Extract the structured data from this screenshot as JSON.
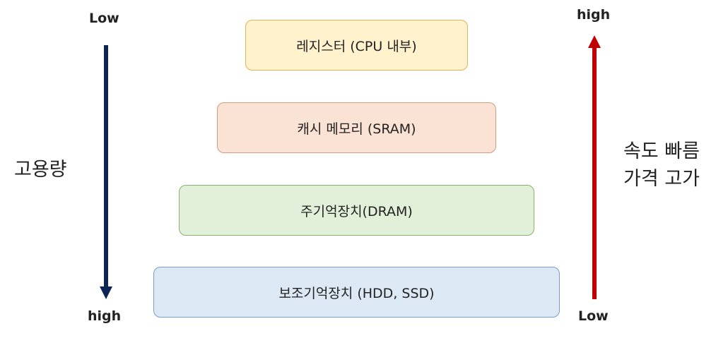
{
  "left_axis": {
    "top_label": "Low",
    "bottom_label": "high",
    "caption": "고용량",
    "color": "#0d2456"
  },
  "right_axis": {
    "top_label": "high",
    "bottom_label": "Low",
    "caption_line1": "속도 빠름",
    "caption_line2": "가격 고가",
    "color": "#c00000"
  },
  "layers": [
    {
      "label": "레지스터 (CPU 내부)",
      "fill": "#fff2cc",
      "stroke": "#d6b656"
    },
    {
      "label": "캐시 메모리 (SRAM)",
      "fill": "#fae3d4",
      "stroke": "#d49a79"
    },
    {
      "label": "주기억장치(DRAM)",
      "fill": "#e2f0d9",
      "stroke": "#8ab070"
    },
    {
      "label": "보조기억장치 (HDD,  SSD)",
      "fill": "#dde8f5",
      "stroke": "#7c9cc4"
    }
  ]
}
